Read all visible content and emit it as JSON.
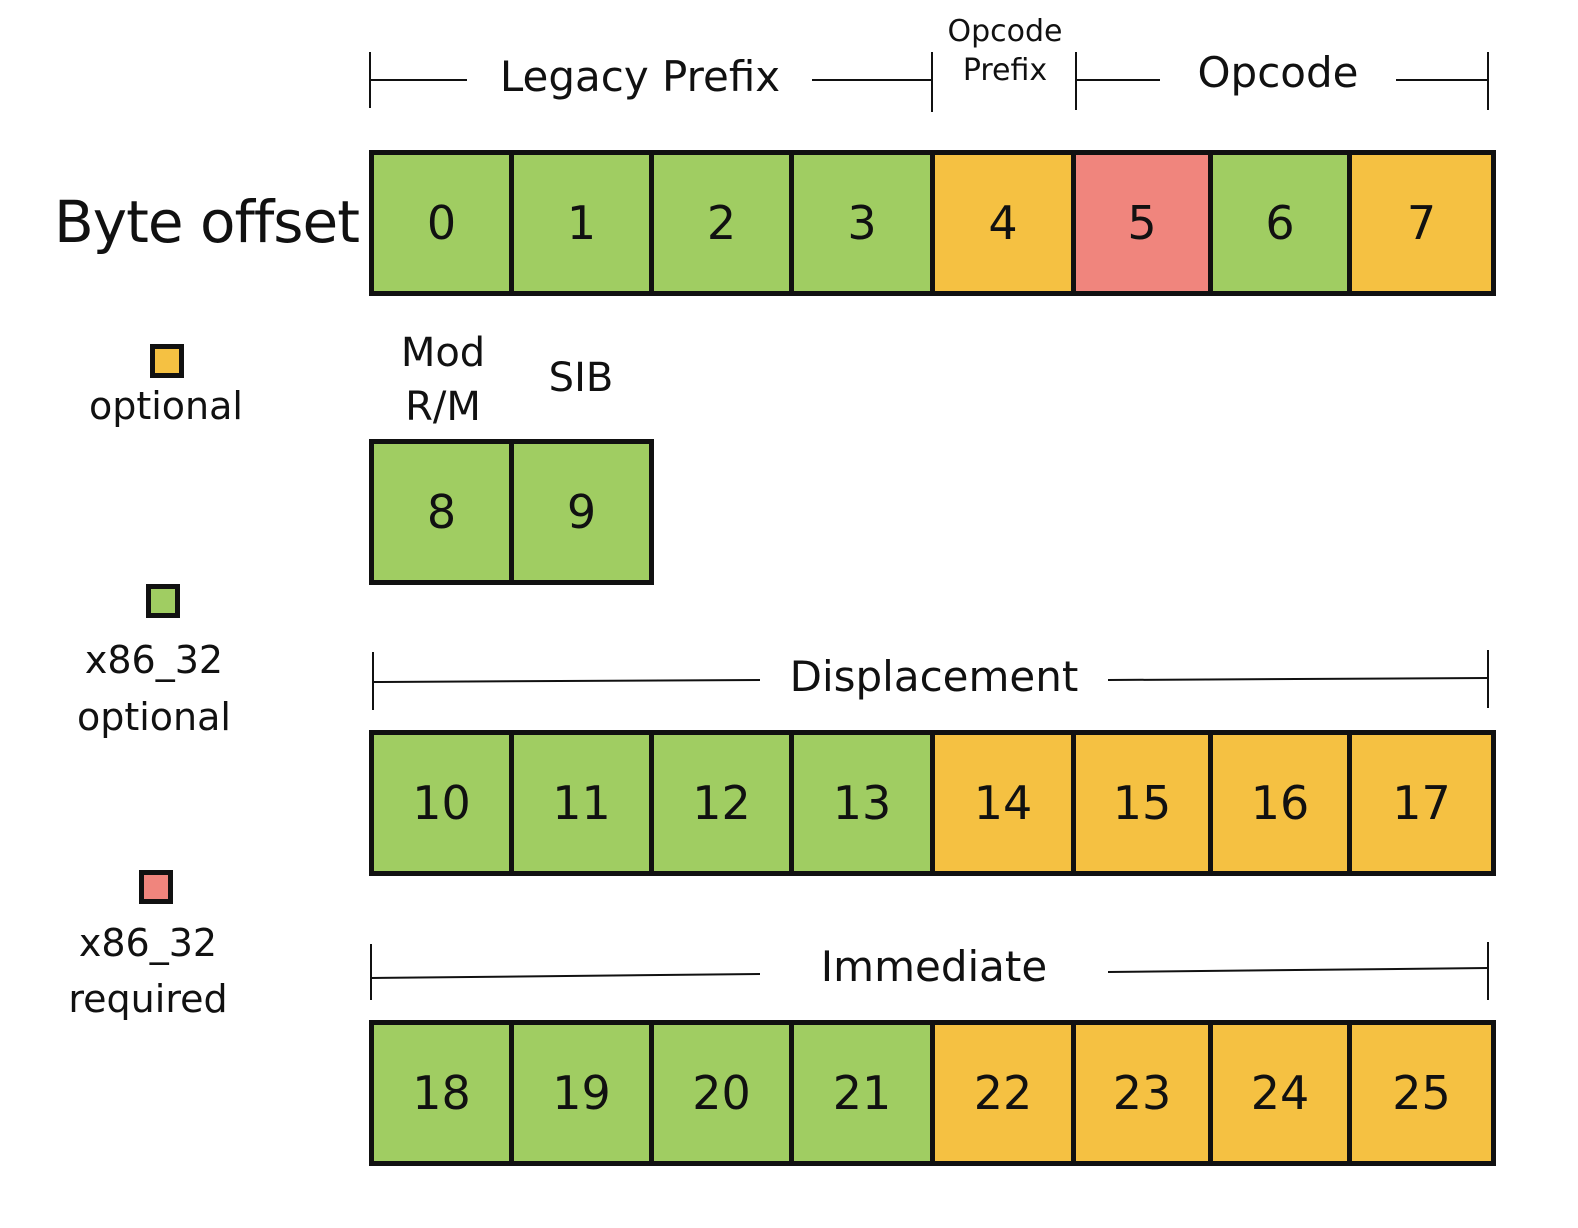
{
  "title": "Byte offset",
  "colors": {
    "optional": "#f5c142",
    "x86_32_optional": "#a0cd62",
    "x86_32_required": "#f0857d"
  },
  "legend": {
    "optional": "optional",
    "x86_32_optional_line1": "x86_32",
    "x86_32_optional_line2": "optional",
    "x86_32_required_line1": "x86_32",
    "x86_32_required_line2": "required"
  },
  "groups": {
    "legacy_prefix": "Legacy Prefix",
    "opcode_prefix_line1": "Opcode",
    "opcode_prefix_line2": "Prefix",
    "opcode": "Opcode",
    "modrm_line1": "Mod",
    "modrm_line2": "R/M",
    "sib": "SIB",
    "displacement": "Displacement",
    "immediate": "Immediate"
  },
  "rows": [
    {
      "cells": [
        {
          "label": "0",
          "kind": "x86_32_optional"
        },
        {
          "label": "1",
          "kind": "x86_32_optional"
        },
        {
          "label": "2",
          "kind": "x86_32_optional"
        },
        {
          "label": "3",
          "kind": "x86_32_optional"
        },
        {
          "label": "4",
          "kind": "optional"
        },
        {
          "label": "5",
          "kind": "x86_32_required"
        },
        {
          "label": "6",
          "kind": "x86_32_optional"
        },
        {
          "label": "7",
          "kind": "optional"
        }
      ]
    },
    {
      "cells": [
        {
          "label": "8",
          "kind": "x86_32_optional"
        },
        {
          "label": "9",
          "kind": "x86_32_optional"
        }
      ]
    },
    {
      "cells": [
        {
          "label": "10",
          "kind": "x86_32_optional"
        },
        {
          "label": "11",
          "kind": "x86_32_optional"
        },
        {
          "label": "12",
          "kind": "x86_32_optional"
        },
        {
          "label": "13",
          "kind": "x86_32_optional"
        },
        {
          "label": "14",
          "kind": "optional"
        },
        {
          "label": "15",
          "kind": "optional"
        },
        {
          "label": "16",
          "kind": "optional"
        },
        {
          "label": "17",
          "kind": "optional"
        }
      ]
    },
    {
      "cells": [
        {
          "label": "18",
          "kind": "x86_32_optional"
        },
        {
          "label": "19",
          "kind": "x86_32_optional"
        },
        {
          "label": "20",
          "kind": "x86_32_optional"
        },
        {
          "label": "21",
          "kind": "x86_32_optional"
        },
        {
          "label": "22",
          "kind": "optional"
        },
        {
          "label": "23",
          "kind": "optional"
        },
        {
          "label": "24",
          "kind": "optional"
        },
        {
          "label": "25",
          "kind": "optional"
        }
      ]
    }
  ]
}
